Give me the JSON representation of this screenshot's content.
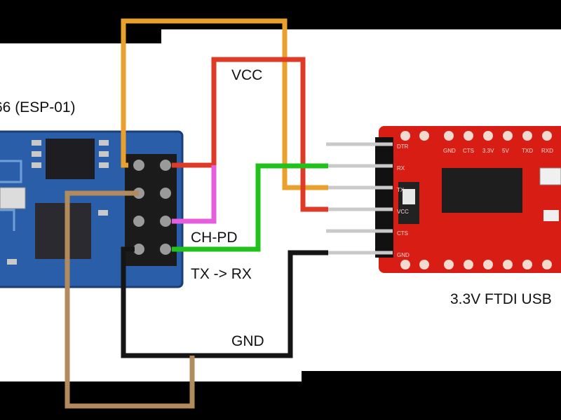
{
  "labels": {
    "esp_module": "66 (ESP-01)",
    "ftdi_board": "3.3V FTDI USB",
    "vcc": "VCC",
    "ch_pd": "CH-PD",
    "tx_rx": "TX -> RX",
    "gnd": "GND"
  },
  "ftdi_silk": {
    "pin_row_left": [
      "DTR",
      "RX",
      "TX",
      "VCC",
      "CTS",
      "GND"
    ],
    "header_top": [
      "GND",
      "CTS",
      "3.3V",
      "5V",
      "TXD",
      "RXD"
    ]
  },
  "colors": {
    "vcc_wire": "#de3a26",
    "ch_pd_wire": "#e65ee0",
    "tx_rx_wire": "#22c21c",
    "gnd_wire": "#151515",
    "orange_wire": "#e9a02c",
    "brown_wire": "#b38a5c",
    "esp_board": "#2a5ea8",
    "ftdi_board": "#d81e14"
  }
}
